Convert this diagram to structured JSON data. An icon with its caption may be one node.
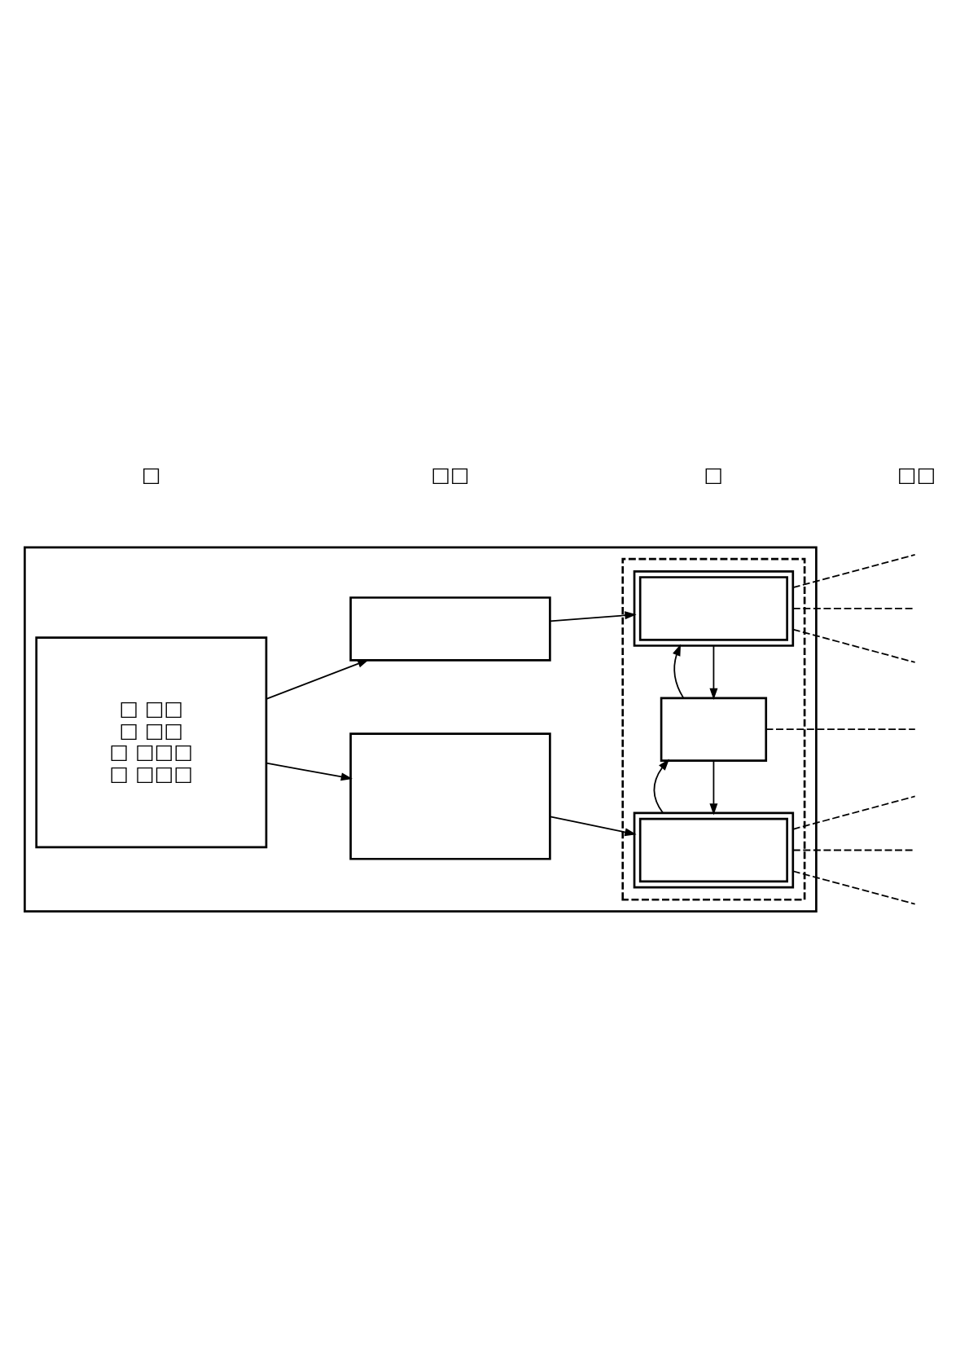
{
  "diagram": {
    "nodes": [
      {
        "text": [],
        "shape": "box"
      },
      {
        "text": [
          "□ □□",
          "□ □□",
          "□ □□□",
          "□ □□□"
        ],
        "in": 0
      },
      {
        "text": [],
        "shape": "box",
        "in": 0
      },
      {
        "text": [],
        "shape": "box",
        "in": 0
      },
      {
        "text": [],
        "shape": "box",
        "in": 0
      },
      {
        "text": [],
        "shape": "box",
        "in": 4
      },
      {
        "text": [],
        "shape": "box",
        "in": 4
      },
      {
        "text": [],
        "shape": "box",
        "in": 4
      }
    ],
    "edges": [
      {
        "from": 1,
        "to": 2,
        "arrow": "to"
      },
      {
        "from": 1,
        "to": 3,
        "arrow": "to"
      },
      {
        "from": 2,
        "to": 5,
        "arrow": "to"
      },
      {
        "from": 3,
        "to": 7,
        "arrow": "to"
      },
      {
        "from": 5,
        "to": 6,
        "arrow": "to"
      },
      {
        "from": 6,
        "to": 5,
        "arrow": "to"
      },
      {
        "from": 6,
        "to": 7,
        "arrow": "to"
      },
      {
        "from": 7,
        "to": 6,
        "arrow": "to"
      },
      {
        "from": 5,
        "to": null,
        "arrow": "none",
        "style": "dashed"
      },
      {
        "from": 5,
        "to": null,
        "arrow": "none",
        "style": "dashed"
      },
      {
        "from": 5,
        "to": null,
        "arrow": "none",
        "style": "dashed"
      },
      {
        "from": 6,
        "to": null,
        "arrow": "none",
        "style": "dashed"
      },
      {
        "from": 7,
        "to": null,
        "arrow": "none",
        "style": "dashed"
      },
      {
        "from": 7,
        "to": null,
        "arrow": "none",
        "style": "dashed"
      },
      {
        "from": 7,
        "to": null,
        "arrow": "none",
        "style": "dashed"
      }
    ],
    "labels": [
      "□",
      "□□",
      "□",
      "□□"
    ]
  }
}
